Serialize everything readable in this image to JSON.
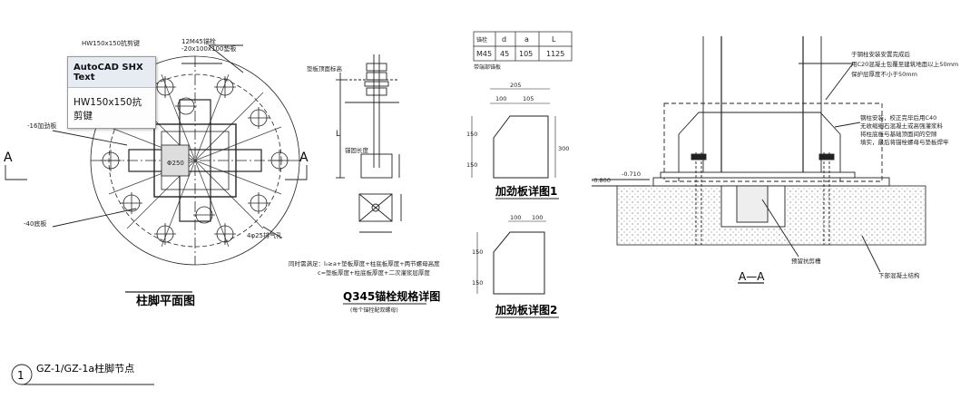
{
  "tooltip": {
    "title": "AutoCAD SHX Text",
    "value": "HW150x150抗剪键"
  },
  "plan": {
    "title": "柱脚平面图",
    "label_hw_top": "HW150x150抗剪键",
    "label_12m45": "12M45锚栓",
    "label_washer": "-20x100x100垫板",
    "label_16rib": "-16加劲板",
    "label_40base": "-40底板",
    "label_vent": "4φ25排气孔",
    "label_center": "Φ250",
    "section_a": "A"
  },
  "bolt": {
    "title": "Q345锚栓规格详图",
    "subtitle": "(每个锚栓配双螺母)",
    "note1": "同时需满足：l₀≥a+垫板厚度+柱底板厚度+两节螺母高度",
    "note2": "c=垫板厚度+柱底板厚度+二次灌浆层厚度",
    "label_top": "垫板顶面标高",
    "dim_L": "L",
    "dim_l0": "锚固长度"
  },
  "spec_table": {
    "headers": [
      "锚栓",
      "d",
      "a",
      "L"
    ],
    "row": [
      "M45",
      "45",
      "105",
      "1125"
    ],
    "note": "带端部锚板"
  },
  "stiffener1": {
    "title": "加劲板详图1",
    "dim_top": "205",
    "dim_a": "100",
    "dim_b": "105",
    "dim_h1": "150",
    "dim_h2": "150",
    "dim_h": "300"
  },
  "stiffener2": {
    "title": "加劲板详图2",
    "dim_a": "100",
    "dim_b": "100",
    "dim_h1": "150",
    "dim_h2": "150"
  },
  "section": {
    "title": "A—A",
    "elev1": "-0.710",
    "elev2": "-0.800",
    "note1": "于钢柱安装安置完成后",
    "note2": "用C20混凝土包覆至建筑地面以上50mm",
    "note3": "保护层厚度不小于50mm",
    "note4": "钢柱安装，校正完毕后用C40",
    "note5": "无收缩细石混凝土或高强灌浆料",
    "note6": "将柱底板与基础顶面间的空隙",
    "note7": "填实，最后将锚栓螺母与垫板焊牢",
    "label_shear": "预留抗剪槽",
    "label_found": "下部混凝土结构"
  },
  "detail": {
    "number": "1",
    "title": "GZ-1/GZ-1a柱脚节点"
  }
}
